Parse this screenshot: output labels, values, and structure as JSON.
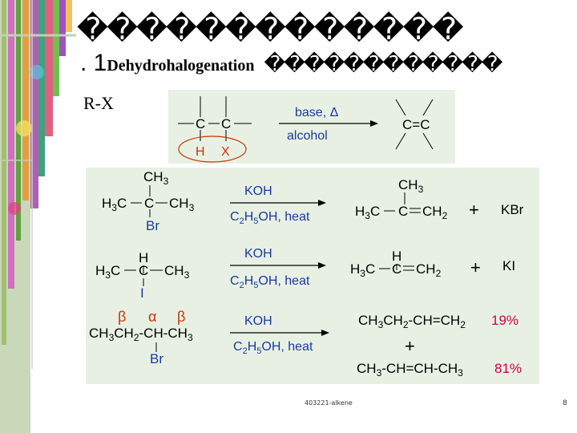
{
  "title": "�������������",
  "section": {
    "number": ". 1",
    "name": "Dehydrohalogenation",
    "tail": "������������"
  },
  "rx_label": "R-X",
  "general": {
    "reagent_top": "base, Δ",
    "reagent_bottom": "alcohol",
    "atom_c1": "C",
    "atom_c2": "C",
    "atom_h": "H",
    "atom_x": "X",
    "product": "C=C"
  },
  "reactions": [
    {
      "reagent_top": "KOH",
      "reagent_bottom": "C2H5OH, heat",
      "plus": "+",
      "byproduct": "KBr"
    },
    {
      "reagent_top": "KOH",
      "reagent_bottom": "C2H5OH, heat",
      "plus": "+",
      "byproduct": "KI"
    },
    {
      "reagent_top": "KOH",
      "reagent_bottom": "C2H5OH, heat",
      "plus": "+",
      "labels": {
        "beta": "β",
        "alpha": "α"
      },
      "yield_1": "19%",
      "yield_2": "81%"
    }
  ],
  "footer": {
    "code": "403221-alkene",
    "page": "8"
  },
  "colors": {
    "orange": "#cc3300",
    "pink": "#cc0044",
    "panel": "#e8f0e4"
  }
}
